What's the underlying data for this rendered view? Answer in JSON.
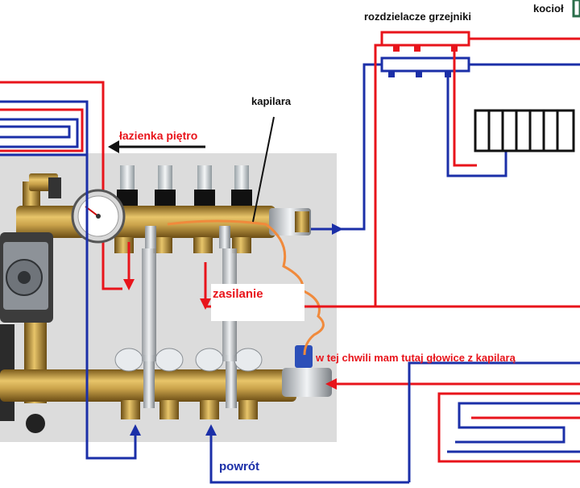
{
  "labels": {
    "kociol": "kocioł",
    "rozdzielacze": "rozdzielacze grzejniki",
    "kapilara": "kapilara",
    "lazienka": "łazienka piętro",
    "zasilanie": "zasilanie",
    "glowice": "w tej chwili mam tutaj głowice z kapilarą",
    "powrot": "powrót"
  },
  "colors": {
    "supply": "#e8141b",
    "return": "#1b2fa8",
    "capillary": "#f08a3c",
    "brass": "#c9a24a",
    "photo_bg": "#dcdcdc"
  },
  "components": {
    "flow_meters": 4,
    "return_valves": 4,
    "radiator_manifold_outlets": 3,
    "radiator_fins": 7,
    "pump_icon": "circulation-pump-icon",
    "gauge_icon": "thermometer-gauge-icon"
  }
}
